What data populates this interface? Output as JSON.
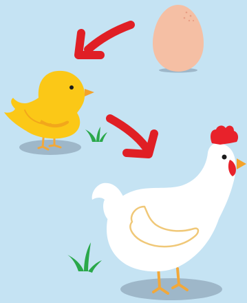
{
  "diagram": {
    "stages": [
      {
        "id": "egg",
        "icon": "egg-icon"
      },
      {
        "id": "chick",
        "icon": "chick-icon"
      },
      {
        "id": "hen",
        "icon": "hen-icon"
      }
    ],
    "arrows": [
      {
        "from": "egg",
        "to": "chick",
        "icon": "curved-arrow-icon"
      },
      {
        "from": "chick",
        "to": "hen",
        "icon": "curved-arrow-icon"
      }
    ]
  },
  "colors": {
    "background": "#c5e3f3",
    "arrow": "#e01f25",
    "egg": "#f5bfa4",
    "chick": "#fbc817",
    "chick_shading": "#f2a71b",
    "beak": "#f4a32a",
    "hen_body": "#ffffff",
    "hen_wing_outline": "#f0c878",
    "comb": "#e8222b",
    "legs": "#f2a83a",
    "grass": "#2aa84a",
    "ground_shadow": "#9eb7c9",
    "eye": "#1b1b1b"
  }
}
